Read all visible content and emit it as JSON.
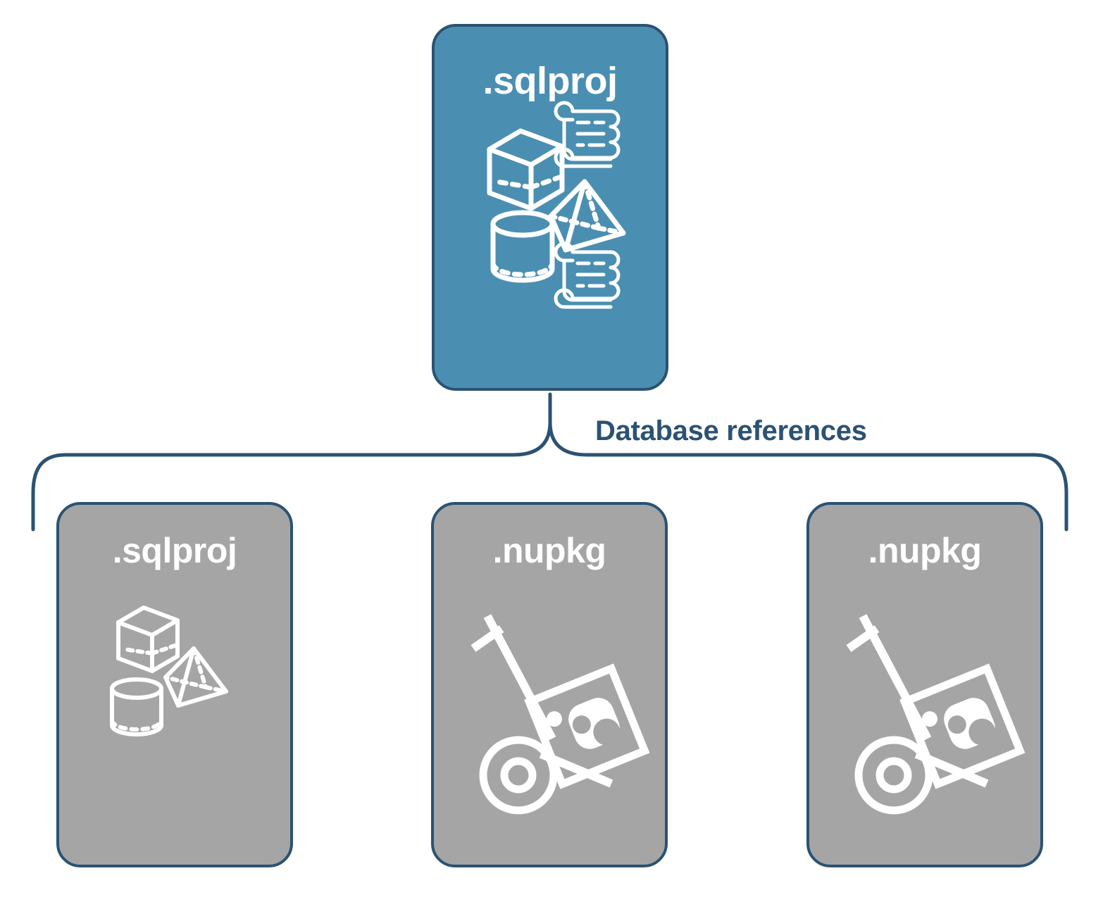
{
  "diagram": {
    "title_hidden": "",
    "edge_label": "Database references",
    "colors": {
      "primary_fill": "#4A8FB1",
      "secondary_fill": "#A5A5A5",
      "stroke": "#2B5272",
      "icon": "#FFFFFF",
      "label_text": "#2B5272",
      "background": "#FFFFFF"
    },
    "root": {
      "label": ".sqlproj",
      "kind": "primary",
      "icons": [
        "cube-icon",
        "pyramid-icon",
        "cylinder-icon",
        "scroll-icon",
        "scroll-icon"
      ]
    },
    "references": [
      {
        "label": ".sqlproj",
        "kind": "secondary",
        "icons": [
          "cube-icon",
          "pyramid-icon",
          "cylinder-icon"
        ]
      },
      {
        "label": ".nupkg",
        "kind": "secondary",
        "icons": [
          "hand-truck-icon",
          "nuget-package-icon"
        ]
      },
      {
        "label": ".nupkg",
        "kind": "secondary",
        "icons": [
          "hand-truck-icon",
          "nuget-package-icon"
        ]
      }
    ]
  }
}
